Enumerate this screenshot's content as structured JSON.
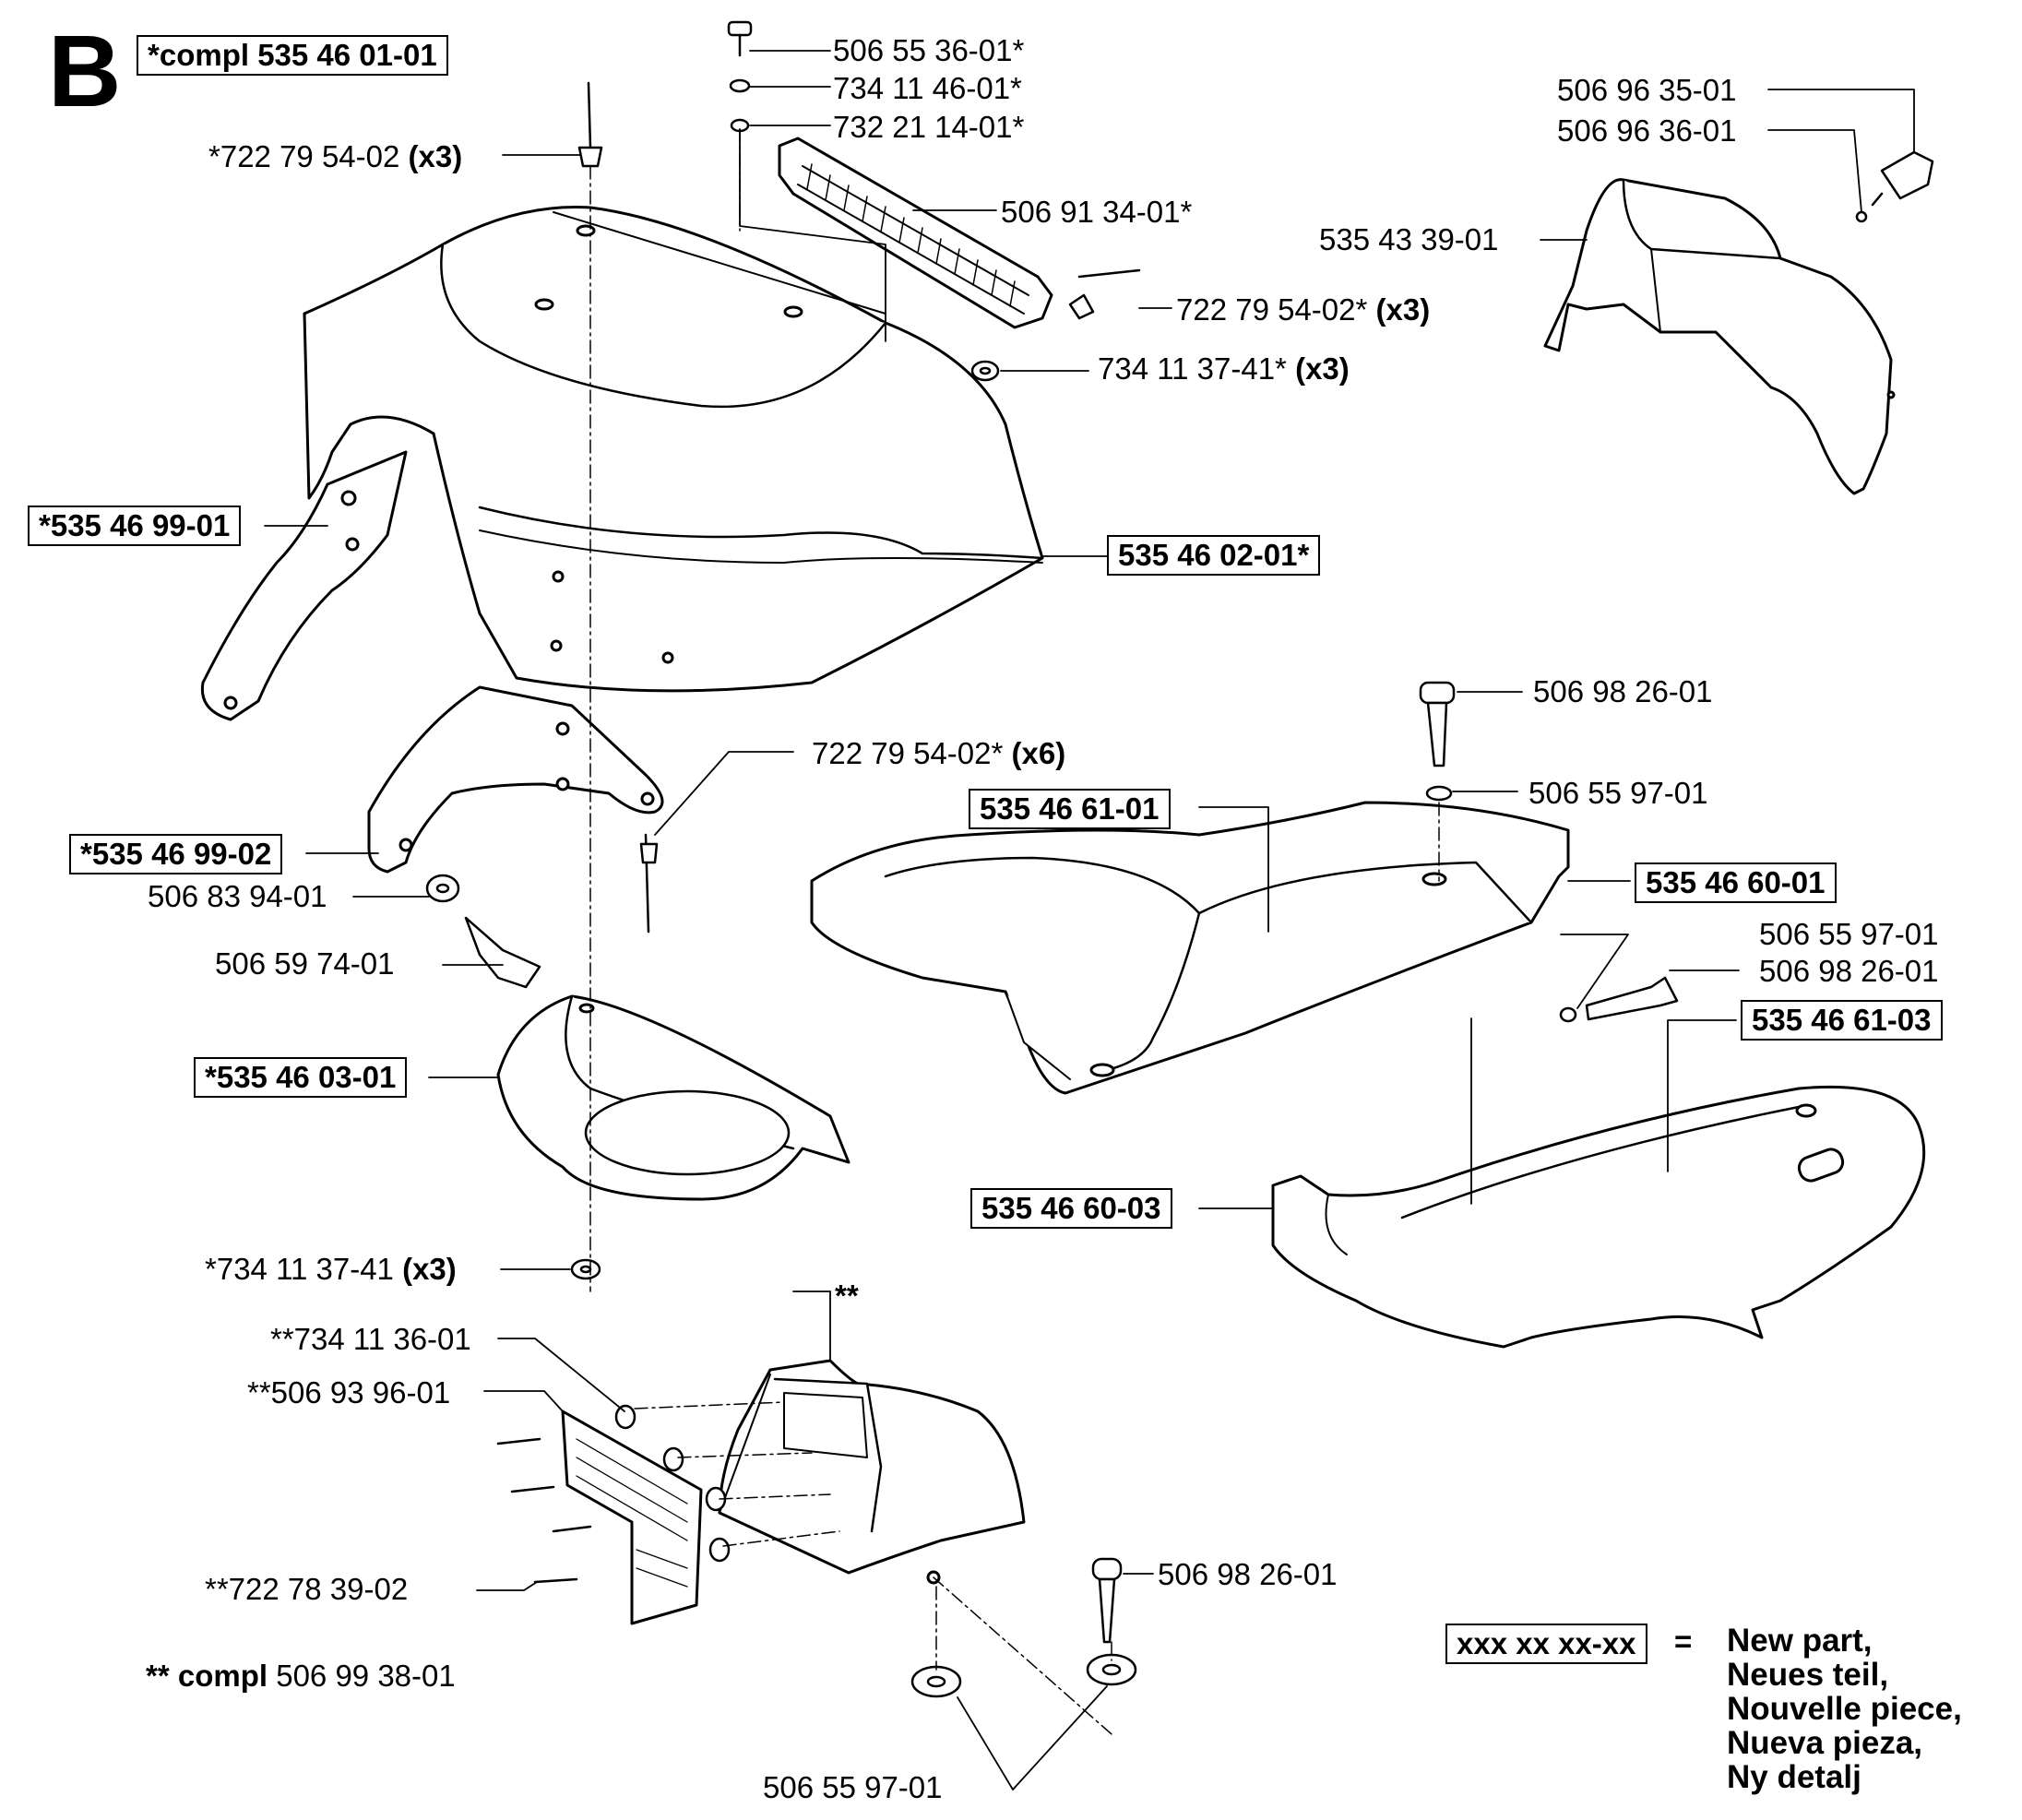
{
  "section_letter": "B",
  "labels": {
    "compl_main": "*compl 535 46 01-01",
    "p_722_79_54_02_x3_top": "*722 79 54-02",
    "p_722_79_54_02_x3_top_qty": "(x3)",
    "p_506_55_36_01": "506 55 36-01*",
    "p_734_11_46_01": "734 11 46-01*",
    "p_732_21_14_01": "732 21 14-01*",
    "p_506_91_34_01": "506 91 34-01*",
    "p_722_79_54_02_grille": "722 79 54-02*",
    "p_722_79_54_02_grille_qty": "(x3)",
    "p_734_11_37_41_grille": "734 11 37-41*",
    "p_734_11_37_41_grille_qty": "(x3)",
    "p_506_96_35_01": "506 96 35-01",
    "p_506_96_36_01": "506 96 36-01",
    "p_535_43_39_01": "535 43 39-01",
    "p_535_46_99_01": "*535 46 99-01",
    "p_535_46_02_01": "535 46 02-01*",
    "p_506_98_26_01_a": "506 98 26-01",
    "p_722_79_54_02_x6": "722 79 54-02*",
    "p_722_79_54_02_x6_qty": "(x6)",
    "p_506_55_97_01_a": "506 55 97-01",
    "p_535_46_61_01": "535 46 61-01",
    "p_535_46_99_02": "*535 46 99-02",
    "p_535_46_60_01": "535 46 60-01",
    "p_506_83_94_01": "506 83 94-01",
    "p_506_59_74_01": "506 59 74-01",
    "p_506_55_97_01_b": "506 55 97-01",
    "p_506_98_26_01_b": "506 98 26-01",
    "p_535_46_61_03": "535 46 61-03",
    "p_535_46_03_01": "*535 46 03-01",
    "p_535_46_60_03": "535 46 60-03",
    "p_734_11_37_41_bottom": "*734 11 37-41",
    "p_734_11_37_41_bottom_qty": "(x3)",
    "double_star": "**",
    "p_734_11_36_01": "**734 11 36-01",
    "p_506_93_96_01": "**506 93 96-01",
    "p_722_78_39_02": "**722 78 39-02",
    "p_506_98_26_01_c": "506 98 26-01",
    "compl_secondary_prefix": "** compl",
    "compl_secondary_num": "506 99 38-01",
    "p_506_55_97_01_c": "506 55 97-01"
  },
  "legend": {
    "symbol": "xxx xx xx-xx",
    "equals": "=",
    "lines": [
      "New part,",
      "Neues teil,",
      "Nouvelle piece,",
      "Nueva pieza,",
      "Ny detalj"
    ]
  }
}
